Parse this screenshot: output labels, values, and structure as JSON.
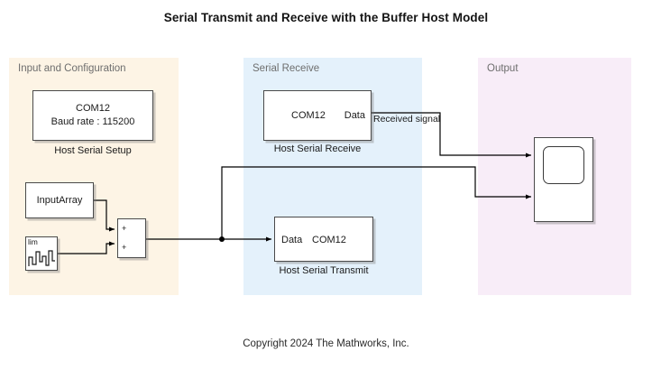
{
  "title": "Serial Transmit and Receive with the Buffer Host Model",
  "copyright": "Copyright 2024 The Mathworks, Inc.",
  "colors": {
    "panel_input": "#fdf4e5",
    "panel_receive": "#e4f1fb",
    "panel_output": "#f8edf8",
    "block_fill": "#ffffff",
    "block_border": "#4a4a4a",
    "wire": "#000000",
    "panel_label_text": "#6e6e6e"
  },
  "panels": [
    {
      "id": "input",
      "label": "Input and Configuration"
    },
    {
      "id": "receive",
      "label": "Serial Receive"
    },
    {
      "id": "output",
      "label": "Output"
    }
  ],
  "blocks": {
    "host_serial_setup": {
      "line1": "COM12",
      "line2": "Baud rate : 115200",
      "caption": "Host Serial Setup"
    },
    "input_array": {
      "label": "InputArray"
    },
    "limiter_source": {
      "label": "lim",
      "icon": "random-waveform-icon"
    },
    "sum": {
      "sign1": "+",
      "sign2": "+"
    },
    "host_serial_receive": {
      "port_in": "COM12",
      "port_out": "Data",
      "caption": "Host Serial Receive"
    },
    "host_serial_transmit": {
      "port_in": "Data",
      "port_out": "COM12",
      "caption": "Host Serial Transmit"
    },
    "scope": {
      "icon": "scope-icon"
    }
  },
  "signals": {
    "received_signal": "Received signal"
  }
}
